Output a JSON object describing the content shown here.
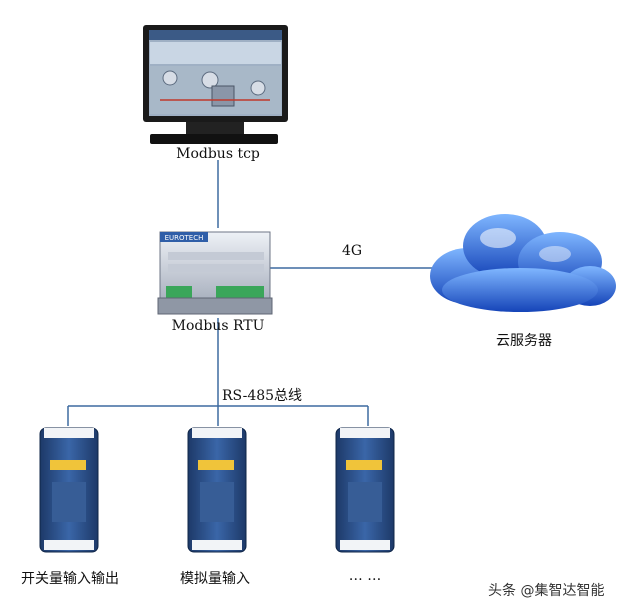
{
  "labels": {
    "monitor": "Modbus tcp",
    "gateway": "Modbus RTU",
    "link_4g": "4G",
    "cloud": "云服务器",
    "bus": "RS-485总线",
    "module_1": "开关量输入输出",
    "module_2": "模拟量输入",
    "module_3": "…  …"
  },
  "gateway_brand": "EUROTECH",
  "watermark": "头条 @集智达智能",
  "colors": {
    "line": "#3d6aa0",
    "cloud": "#1f5fd0",
    "module_body": "#2a4f8a",
    "gateway_body": "#d9dde6"
  }
}
